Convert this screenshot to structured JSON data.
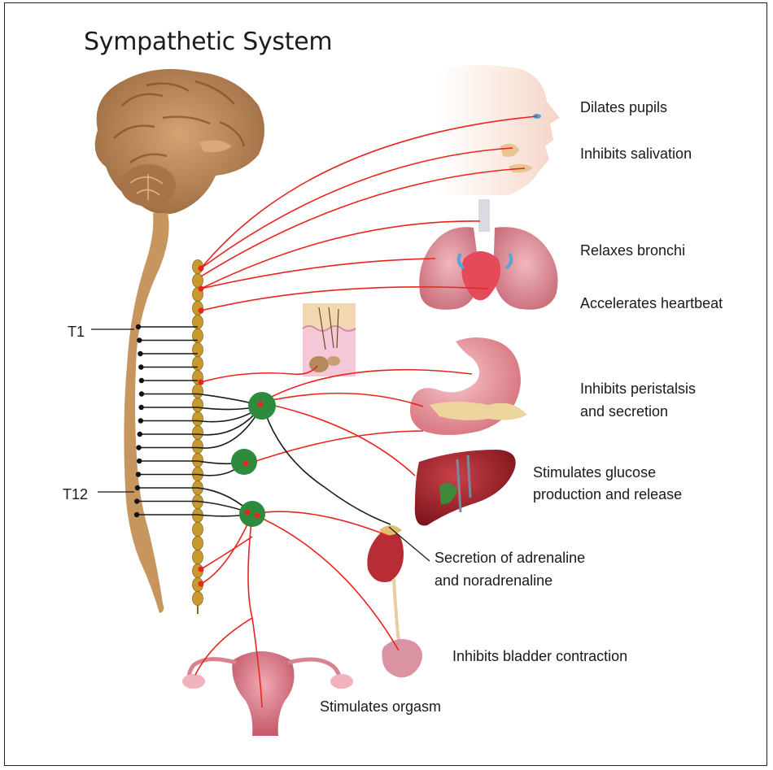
{
  "title": "Sympathetic System",
  "spine_labels": {
    "upper": "T1",
    "lower": "T12"
  },
  "effects": {
    "pupils": "Dilates pupils",
    "salivation": "Inhibits salivation",
    "bronchi": "Relaxes bronchi",
    "heart": "Accelerates heartbeat",
    "peristalsis_1": "Inhibits peristalsis",
    "peristalsis_2": "and secretion",
    "glucose_1": "Stimulates glucose",
    "glucose_2": "production and release",
    "adrenaline_1": "Secretion of adrenaline",
    "adrenaline_2": "and noradrenaline",
    "bladder": "Inhibits bladder contraction",
    "orgasm": "Stimulates orgasm"
  },
  "colors": {
    "nerve": "#e8241f",
    "ganglion": "#2e8b3e",
    "chain": "#c89a2e",
    "cord": "#c7965f",
    "brain": "#b98453",
    "lung": "#d98a95",
    "stomach": "#e3939b",
    "liver": "#a8232b",
    "skin": "#f3c9d4",
    "face": "#f7ded2"
  }
}
